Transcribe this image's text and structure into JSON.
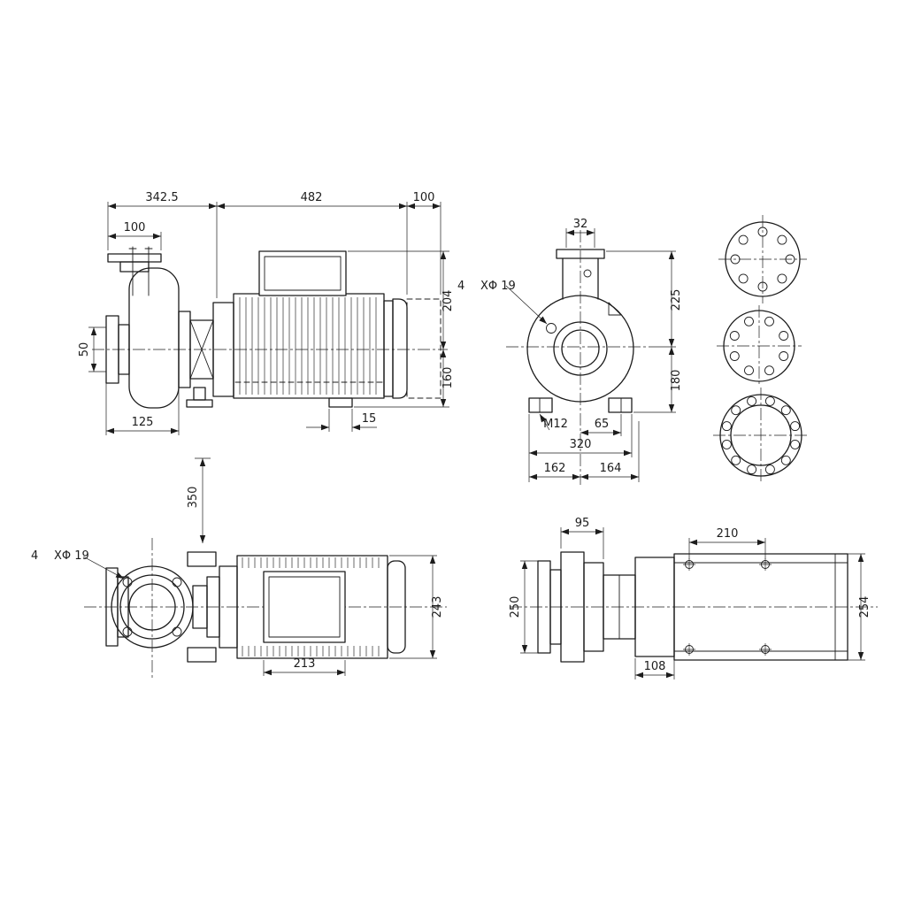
{
  "drawing": {
    "background": "#ffffff",
    "line_color": "#1c1c1c",
    "side_view": {
      "overall": "342.5",
      "motor_length": "482",
      "end_clearance": "100",
      "flange_width": "100",
      "port_offset": "50",
      "volute_width": "125",
      "height_above": "204",
      "height_below": "160",
      "foot_offset": "15"
    },
    "front_view": {
      "neck_width": "32",
      "hole_count": "4",
      "hole_dia": "XΦ 19",
      "height_above": "225",
      "height_below": "180",
      "thread": "M12",
      "hole_offset": "65",
      "base_width": "320",
      "base_left": "162",
      "base_right": "164"
    },
    "plan_view": {
      "port_height": "350",
      "hole_count": "4",
      "hole_dia": "XΦ 19",
      "motor_width": "243",
      "foot_length": "213"
    },
    "base_view": {
      "casing_width": "95",
      "hole_spacing": "210",
      "flange_height": "250",
      "motor_height": "254",
      "foot_width": "108"
    }
  }
}
